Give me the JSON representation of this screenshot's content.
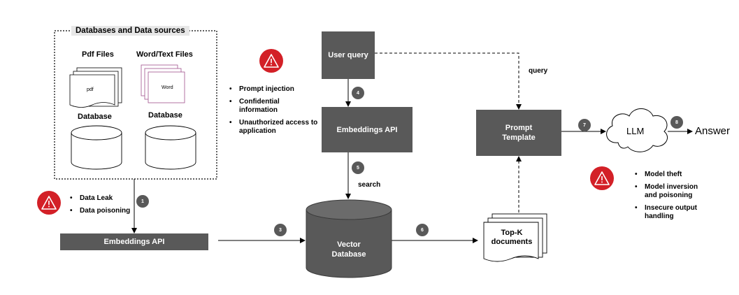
{
  "sources": {
    "title": "Databases and Data sources",
    "pdf_label": "Pdf Files",
    "pdf_doc_text": "pdf",
    "word_label": "Word/Text Files",
    "word_doc_text": "Word",
    "db1_label": "Database",
    "db2_label": "Database"
  },
  "nodes": {
    "embeddings_api_1": "Embeddings API",
    "user_query": "User query",
    "embeddings_api_2": "Embeddings API",
    "vector_db_line1": "Vector",
    "vector_db_line2": "Database",
    "prompt_template_line1": "Prompt",
    "prompt_template_line2": "Template",
    "topk_line1": "Top-K",
    "topk_line2": "documents",
    "llm": "LLM",
    "answer": "Answer"
  },
  "edge_labels": {
    "query": "query",
    "search": "search"
  },
  "steps": [
    "1",
    "3",
    "4",
    "5",
    "6",
    "7",
    "8"
  ],
  "risks": {
    "data": [
      "Data Leak",
      "Data poisoning"
    ],
    "query": [
      "Prompt injection",
      "Confidential information",
      "Unauthorized access to application"
    ],
    "model": [
      "Model theft",
      "Model inversion and poisoning",
      "Insecure output handling"
    ]
  },
  "colors": {
    "box": "#595959",
    "warning": "#d32027",
    "arrow": "#000000",
    "word_doc_border": "#a0508c"
  },
  "icons": [
    "warning-icon",
    "document-icon",
    "database-icon",
    "cloud-icon"
  ]
}
